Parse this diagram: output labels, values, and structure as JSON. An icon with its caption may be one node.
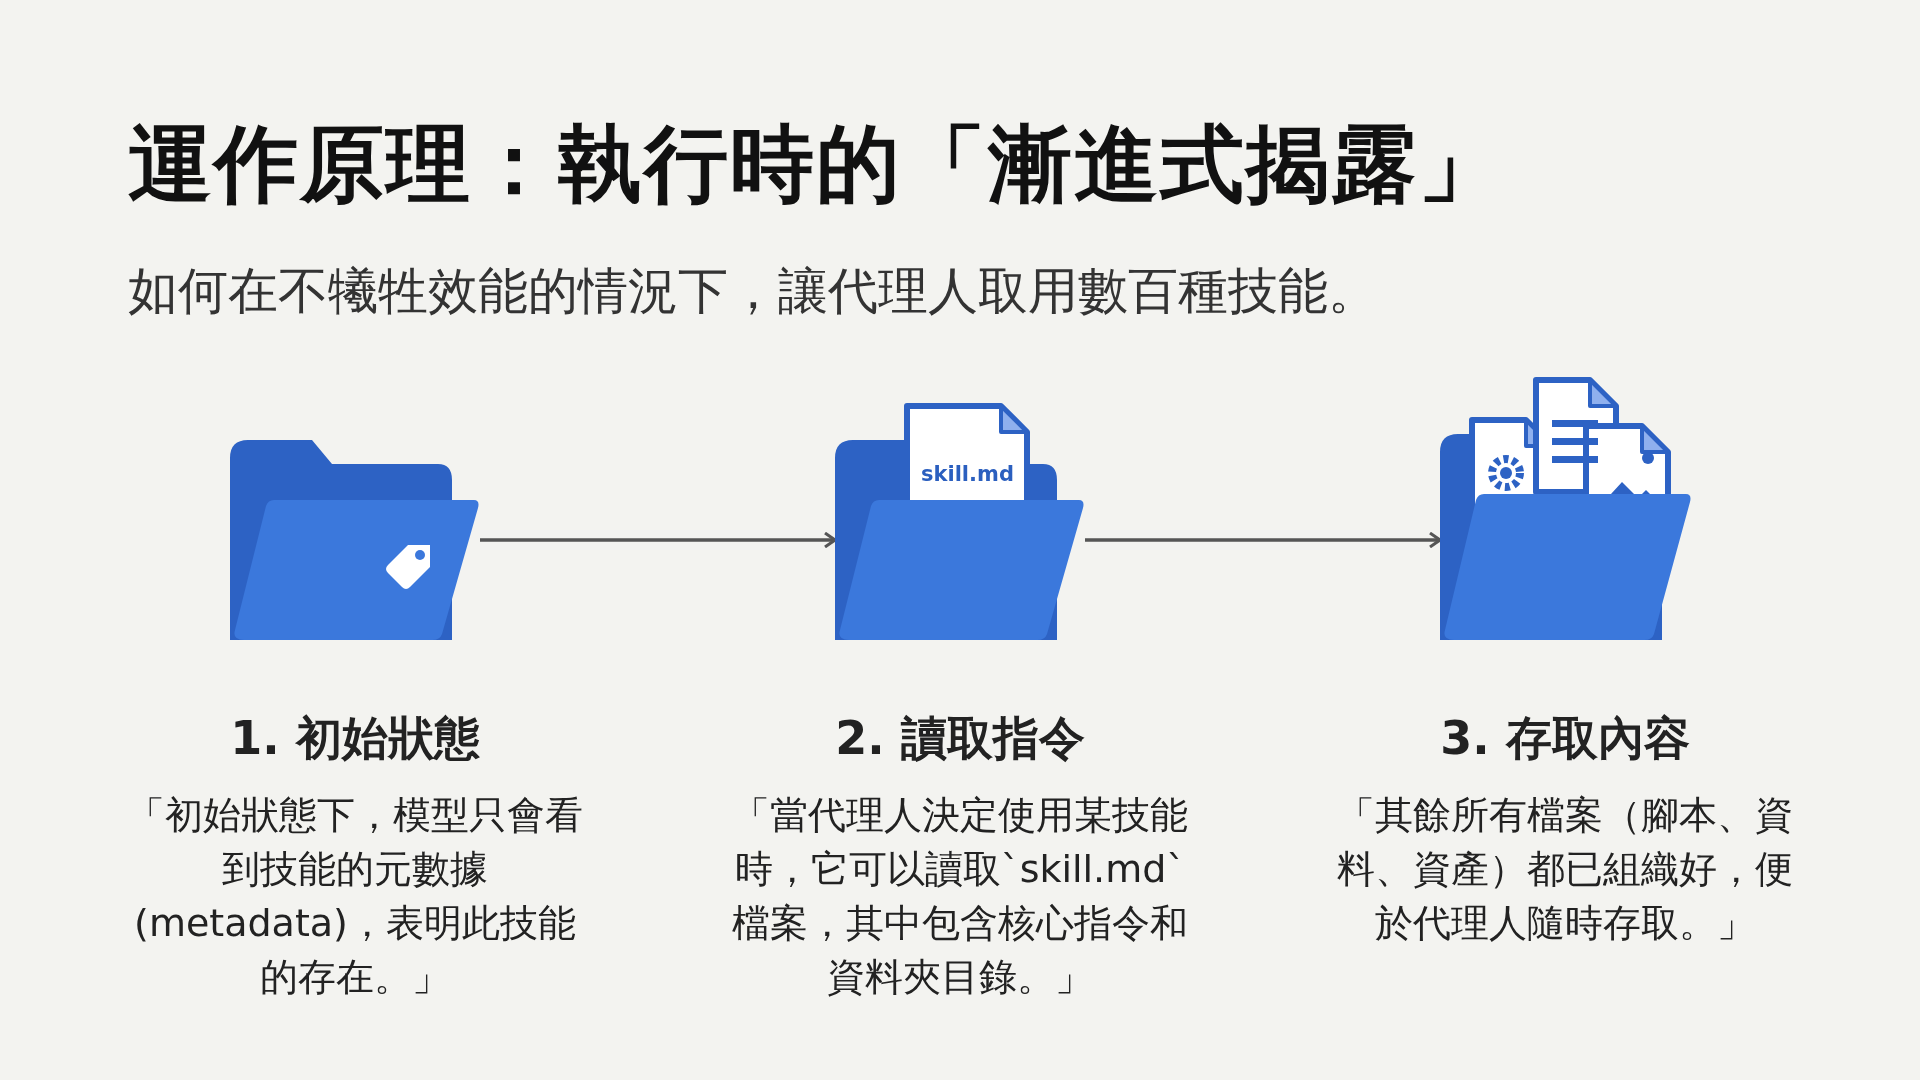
{
  "diagram": {
    "title": "運作原理：執行時的「漸進式揭露」",
    "caption": "如何在不犧牲效能的情況下，讓代理人取用數百種技能。",
    "nodes": [
      {
        "text": [],
        "shape": "folder",
        "beside": [
          "1. 初始狀態",
          "「初始狀態下，模型只會看到技能的元數據(metadata)，表明此技能的存在。」"
        ]
      },
      {
        "text": [
          "skill.md"
        ],
        "beside": [
          "2. 讀取指令",
          "「當代理人決定使用某技能時，它可以讀取`skill.md`檔案，其中包含核心指令和資料夾目錄。」"
        ]
      },
      {
        "text": [],
        "shape": "folder",
        "beside": [
          "3. 存取內容",
          "「其餘所有檔案（腳本、資料、資產）都已組織好，便於代理人隨時存取。」"
        ]
      }
    ],
    "edges": [
      {
        "from": 0,
        "to": 1,
        "arrow": "to"
      },
      {
        "from": 1,
        "to": 2,
        "arrow": "to"
      }
    ]
  }
}
